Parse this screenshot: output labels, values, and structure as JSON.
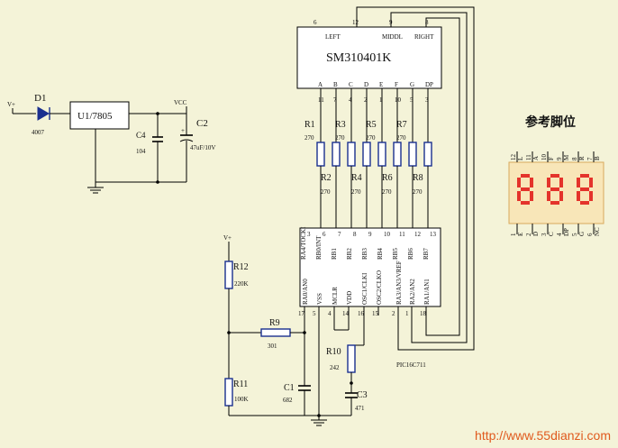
{
  "power": {
    "vplus": "V+",
    "d1": "D1",
    "d1_part": "4007",
    "regulator": "U1/7805",
    "vcc": "VCC",
    "c4": "C4",
    "c4_val": "104",
    "c2": "C2",
    "c2_val": "47uF/10V"
  },
  "display": {
    "name": "SM310401K",
    "pin_top": [
      "6",
      "12",
      "9",
      "8"
    ],
    "digit_labels": [
      "LEFT",
      "MIDDL",
      "RIGHT"
    ],
    "seg_letters": [
      "A",
      "B",
      "C",
      "D",
      "E",
      "F",
      "G",
      "DP"
    ],
    "seg_pins": [
      "11",
      "7",
      "4",
      "2",
      "1",
      "10",
      "5",
      "3"
    ]
  },
  "resistors": {
    "top_names": [
      "R1",
      "R3",
      "R5",
      "R7"
    ],
    "bottom_names": [
      "R2",
      "R4",
      "R6",
      "R8"
    ],
    "value": "270"
  },
  "mcu": {
    "name": "PIC16C711",
    "top_pins": [
      "3",
      "6",
      "7",
      "8",
      "9",
      "10",
      "11",
      "12",
      "13"
    ],
    "top_labels": [
      "RA4/TOCKI",
      "RB0/INT",
      "RB1",
      "RB2",
      "RB3",
      "RB4",
      "RB5",
      "RB6",
      "RB7"
    ],
    "bottom_pins": [
      "17",
      "5",
      "4",
      "14",
      "16",
      "15",
      "2",
      "1",
      "18"
    ],
    "bottom_labels": [
      "RA0/AN0",
      "VSS",
      "MCLR",
      "VDD",
      "OSC1/CLKI",
      "OSC2/CLKO",
      "RA3/AN3/VREF",
      "RA2/AN2",
      "RA1/AN1"
    ]
  },
  "analog": {
    "vplus": "V+",
    "r12": "R12",
    "r12_val": "220K",
    "r9": "R9",
    "r9_val": "301",
    "r11": "R11",
    "r11_val": "100K",
    "c1": "C1",
    "c1_val": "682",
    "r10": "R10",
    "r10_val": "242",
    "c3": "C3",
    "c3_val": "471"
  },
  "pinout": {
    "title": "参考脚位",
    "digits": "888",
    "top_pins": [
      "12",
      "11",
      "10",
      "9",
      "8",
      "7"
    ],
    "top_letters": [
      "L",
      "A",
      "F",
      "M",
      "R",
      "B"
    ],
    "bottom_pins": [
      "1",
      "2",
      "3",
      "4",
      "5",
      "6"
    ],
    "bottom_letters": [
      "E",
      "D",
      "C",
      "DP",
      "G",
      "NC"
    ]
  },
  "watermark": "http://www.55dianzi.com"
}
